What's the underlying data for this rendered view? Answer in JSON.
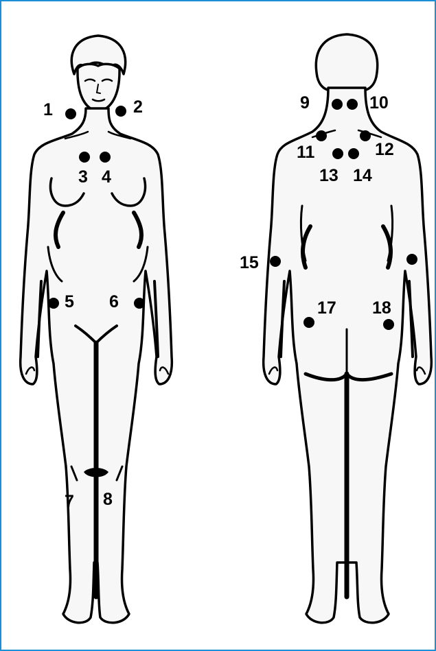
{
  "colors": {
    "frame": "#1a8fd6",
    "ink": "#000000",
    "body_fill": "#f7f7f7"
  },
  "figures": [
    {
      "name": "front-view"
    },
    {
      "name": "back-view"
    }
  ],
  "points": [
    {
      "label": "1"
    },
    {
      "label": "2"
    },
    {
      "label": "3"
    },
    {
      "label": "4"
    },
    {
      "label": "5"
    },
    {
      "label": "6"
    },
    {
      "label": "7"
    },
    {
      "label": "8"
    },
    {
      "label": "9"
    },
    {
      "label": "10"
    },
    {
      "label": "11"
    },
    {
      "label": "12"
    },
    {
      "label": "13"
    },
    {
      "label": "14"
    },
    {
      "label": "15"
    },
    {
      "label": "17"
    },
    {
      "label": "18"
    }
  ]
}
